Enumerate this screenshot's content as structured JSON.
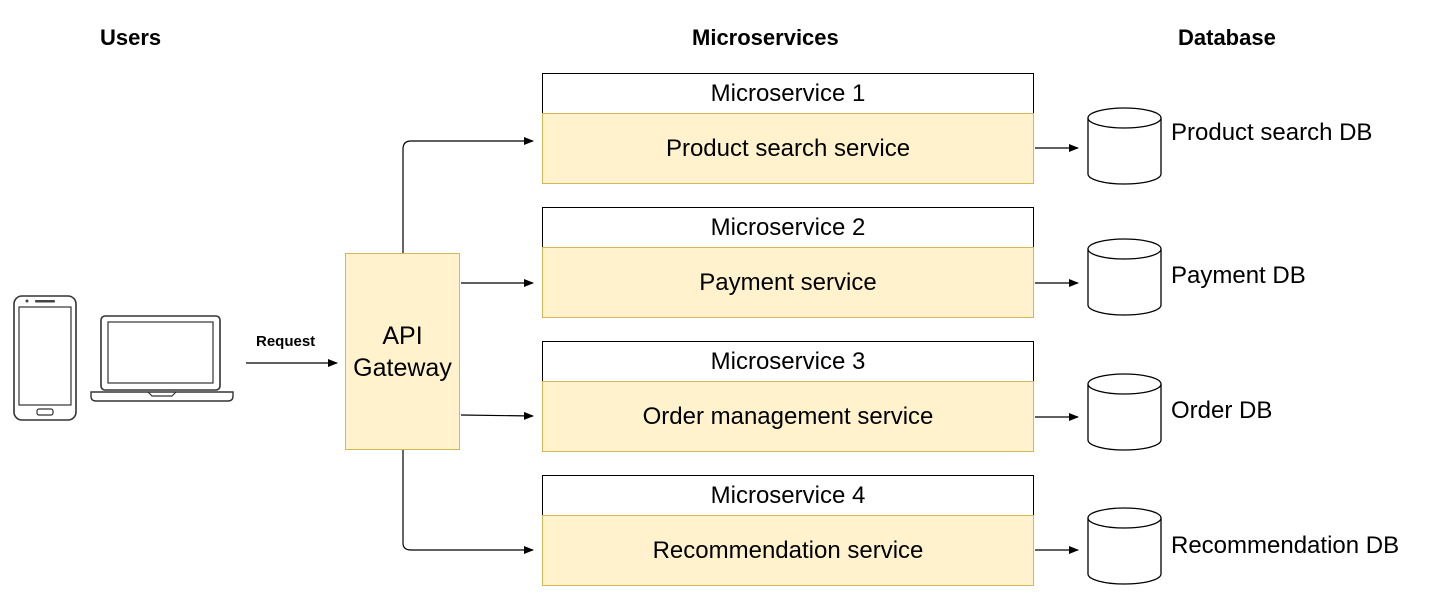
{
  "headers": {
    "users": "Users",
    "microservices": "Microservices",
    "database": "Database"
  },
  "request_label": "Request",
  "gateway": {
    "label": "API Gateway"
  },
  "services": [
    {
      "title": "Microservice 1",
      "name": "Product search service"
    },
    {
      "title": "Microservice 2",
      "name": "Payment service"
    },
    {
      "title": "Microservice 3",
      "name": "Order management service"
    },
    {
      "title": "Microservice 4",
      "name": "Recommendation service"
    }
  ],
  "databases": [
    {
      "label": "Product search DB"
    },
    {
      "label": "Payment DB"
    },
    {
      "label": "Order DB"
    },
    {
      "label": "Recommendation DB"
    }
  ],
  "devices": [
    {
      "icon": "smartphone-icon"
    },
    {
      "icon": "laptop-icon"
    }
  ],
  "colors": {
    "component_fill": "#fff2cc",
    "component_border": "#d6b656",
    "line": "#000000"
  }
}
